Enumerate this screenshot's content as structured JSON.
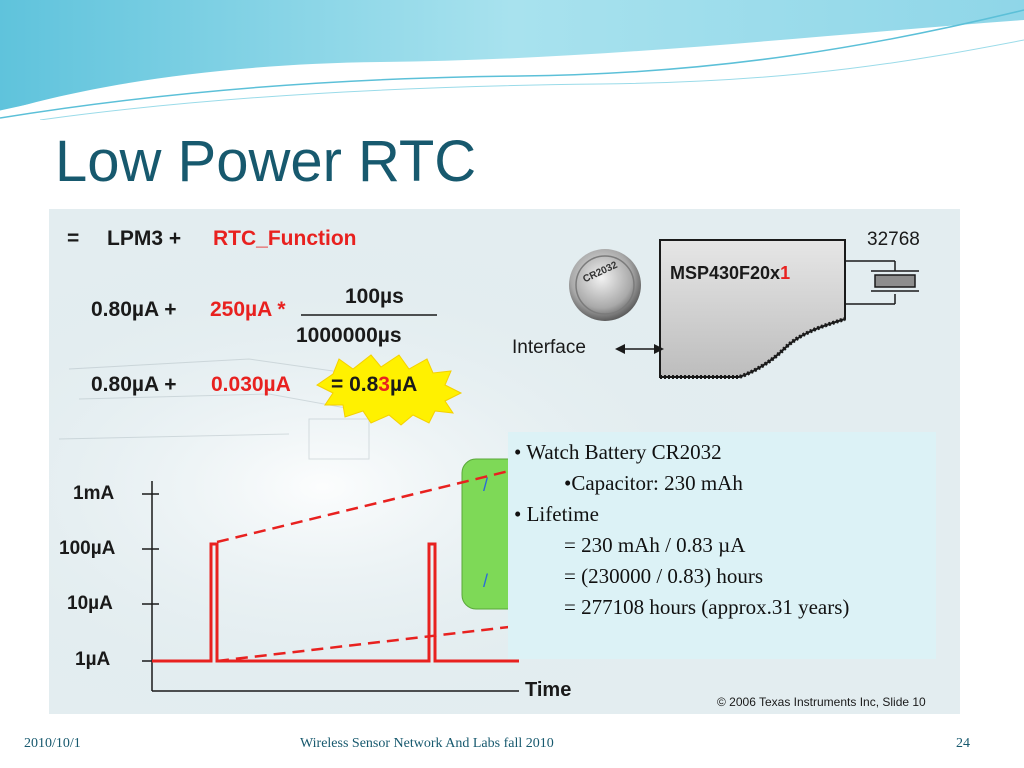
{
  "slide": {
    "title": "Low Power RTC"
  },
  "figure": {
    "equation": {
      "line1_eq": "=",
      "line1_lpm": "LPM3 +",
      "line1_fn": "RTC_Function",
      "line2_a": "0.80µA +",
      "line2_b": "250µA *",
      "frac_num": "100µs",
      "frac_den": "1000000µs",
      "line3_a": "0.80µA +",
      "line3_b": "0.030µA",
      "result_pre": "= 0.8",
      "result_red": "3",
      "result_post": "µA"
    },
    "battery_label": "CR2032",
    "chip": {
      "name_pre": "MSP430F20x",
      "name_red": "1",
      "crystal": "32768",
      "interface": "Interface"
    },
    "graph": {
      "y_labels": [
        "1mA",
        "100µA",
        "10µA",
        "1µA"
      ],
      "x_label": "Time"
    },
    "copyright": "© 2006 Texas Instruments Inc, Slide 10"
  },
  "textbox": {
    "lines": [
      "• Watch Battery CR2032",
      "•Capacitor: 230 mAh",
      "• Lifetime",
      "= 230 mAh / 0.83 µA",
      "=  (230000 / 0.83) hours",
      "= 277108 hours (approx.31 years)"
    ]
  },
  "footer": {
    "date": "2010/10/1",
    "course": "Wireless Sensor Network And Labs fall 2010",
    "page": "24"
  },
  "colors": {
    "title": "#17596e",
    "accent_red": "#e8211f",
    "wave_blue": "#7fcfe0"
  }
}
